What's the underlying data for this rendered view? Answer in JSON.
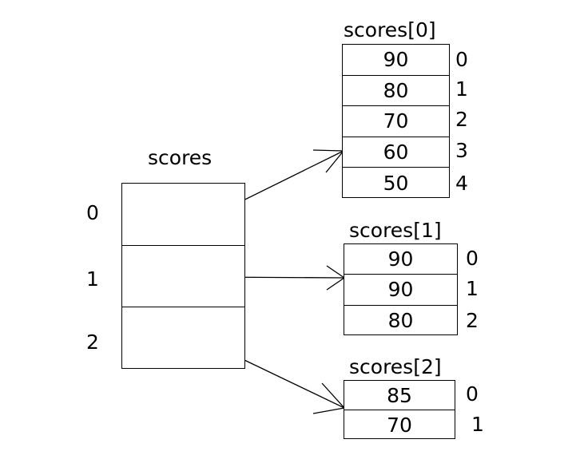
{
  "diagram": {
    "type": "jagged-array-memory-diagram",
    "outer_array": {
      "title": "scores",
      "indices": [
        "0",
        "1",
        "2"
      ],
      "cells": [
        "",
        "",
        ""
      ]
    },
    "inner_arrays": [
      {
        "title": "scores[0]",
        "values": [
          "90",
          "80",
          "70",
          "60",
          "50"
        ],
        "indices": [
          "0",
          "1",
          "2",
          "3",
          "4"
        ]
      },
      {
        "title": "scores[1]",
        "values": [
          "90",
          "90",
          "80"
        ],
        "indices": [
          "0",
          "1",
          "2"
        ]
      },
      {
        "title": "scores[2]",
        "values": [
          "85",
          "70"
        ],
        "indices": [
          "0",
          "1"
        ]
      }
    ],
    "arrows": [
      {
        "name": "pointer-0",
        "from_row": "0",
        "to": "scores[0]"
      },
      {
        "name": "pointer-1",
        "from_row": "1",
        "to": "scores[1]"
      },
      {
        "name": "pointer-2",
        "from_row": "2",
        "to": "scores[2]"
      }
    ],
    "colors": {
      "background": "#ffffff",
      "stroke": "#000000",
      "text": "#000000"
    }
  }
}
